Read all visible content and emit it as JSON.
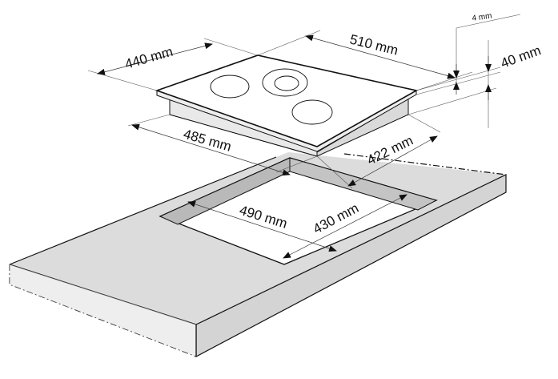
{
  "diagram": {
    "title": "Hob installation dimensions",
    "hob": {
      "depth_label": "440 mm",
      "width_label": "510 mm",
      "glass_thickness_label": "4 mm",
      "height_label": "40 mm",
      "body_width_label": "485 mm",
      "body_depth_label": "422 mm"
    },
    "cutout": {
      "width_label": "490 mm",
      "depth_label": "430 mm"
    },
    "colors": {
      "countertop": "#dcdcdc",
      "cutout_wall": "#b9b9b9",
      "line": "#111111"
    }
  }
}
